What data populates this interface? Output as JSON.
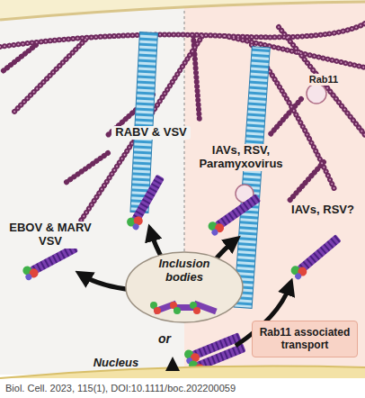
{
  "diagram": {
    "caption": "Biol. Cell. 2023, 115(1), DOI:10.1111/boc.202200059",
    "nodes": [
      {
        "text": [
          "Inclusion bodies"
        ]
      },
      {
        "text": [
          "Rab11 associated transport"
        ]
      }
    ],
    "edges": [],
    "labels": [
      "EBOV & MARV VSV",
      "RABV & VSV",
      "IAVs, RSV, Paramyxovirus",
      "IAVs, RSV?",
      "Rab11",
      "or",
      "Nucleus"
    ]
  }
}
